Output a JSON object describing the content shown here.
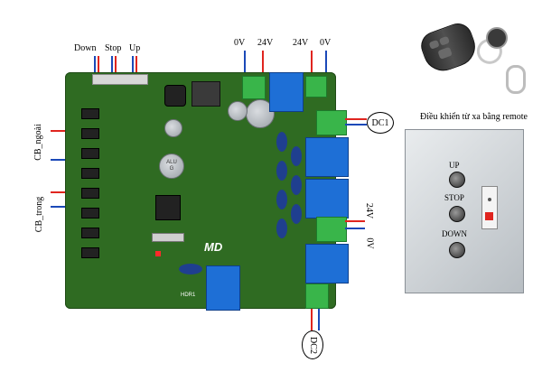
{
  "top_labels": {
    "down": "Down",
    "stop": "Stop",
    "up": "Up"
  },
  "power_top": {
    "left_0v": "0V",
    "left_24v": "24V",
    "right_24v": "24V",
    "right_0v": "0V"
  },
  "side_labels": {
    "cb_ngoai": "CB_ngoài",
    "cb_trong": "CB_trong"
  },
  "dc1": "DC1",
  "dc2": "DC2",
  "right_power": {
    "v24": "24V",
    "v0": "0V"
  },
  "remote_caption": "Điều khiển từ xa bằng remote",
  "box_buttons": {
    "up": "UP",
    "stop": "STOP",
    "down": "DOWN"
  },
  "pcb": {
    "alu_label": "ALU\nG",
    "hdr_label": "HDR1",
    "logo": "MD"
  },
  "colors": {
    "pcb": "#2f6b22",
    "relay": "#1e6fd6",
    "terminal": "#39b54a"
  }
}
